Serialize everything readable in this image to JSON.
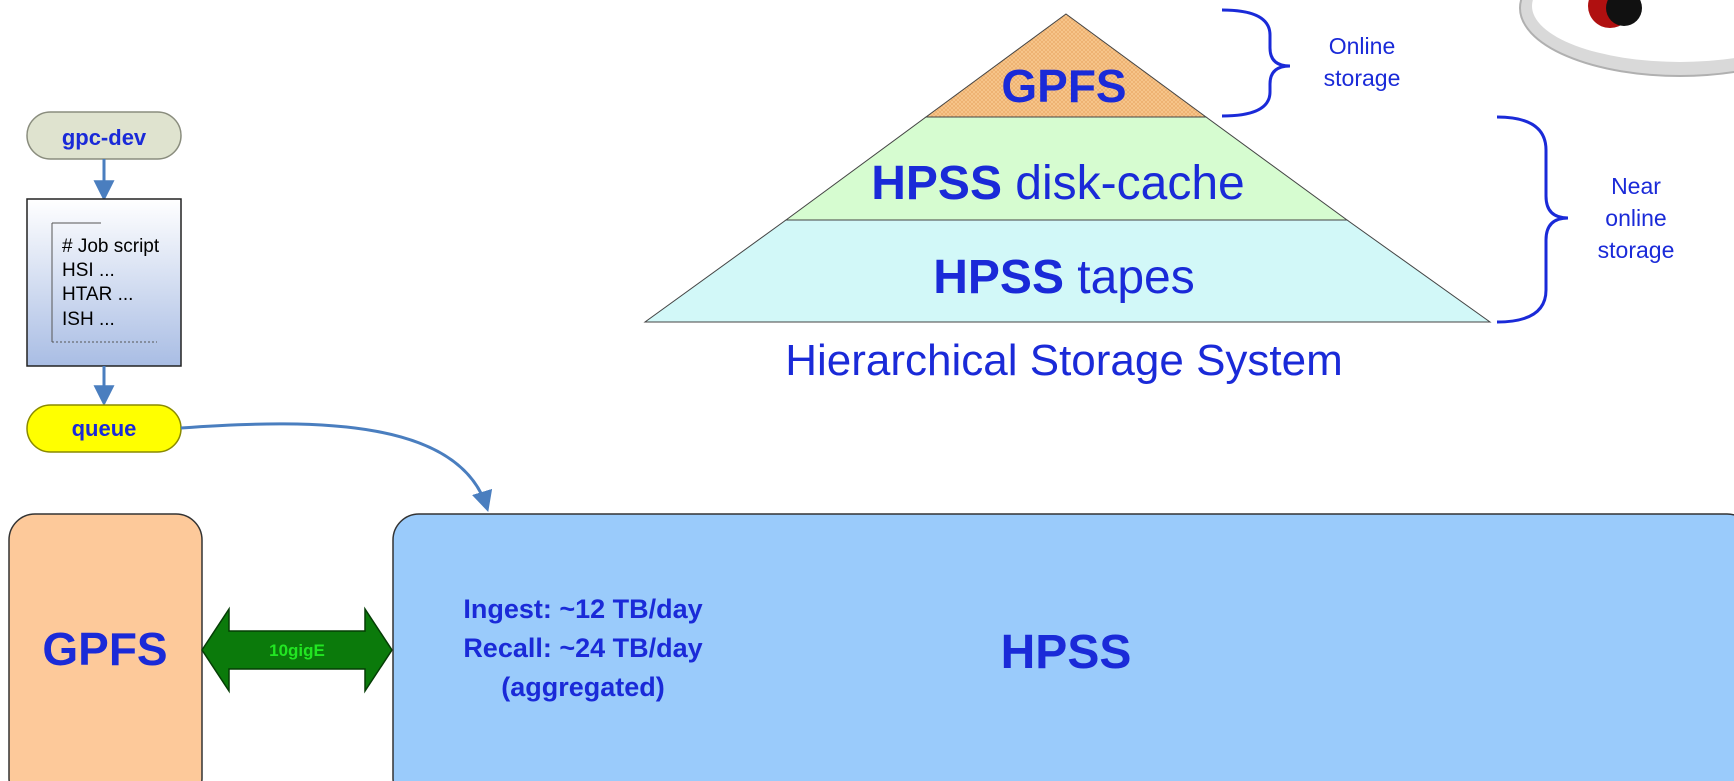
{
  "flow": {
    "gpc_dev": "gpc-dev",
    "job_script_lines": [
      "# Job script",
      "HSI ...",
      "HTAR ...",
      "ISH ..."
    ],
    "queue": "queue"
  },
  "pyramid": {
    "top": "GPFS",
    "middle_bold": "HPSS",
    "middle_rest": " disk-cache",
    "bottom_bold": "HPSS",
    "bottom_rest": " tapes",
    "caption": "Hierarchical Storage System"
  },
  "braces": {
    "online": [
      "Online",
      "storage"
    ],
    "near_online": [
      "Near",
      "online",
      "storage"
    ]
  },
  "bottom": {
    "gpfs_box": "GPFS",
    "link": "10gigE",
    "hpss_box": "HPSS",
    "rates": [
      "Ingest: ~12 TB/day",
      "Recall: ~24 TB/day",
      "(aggregated)"
    ]
  },
  "colors": {
    "blue_text": "#1a2ad8",
    "arrow_blue": "#4a7ebf",
    "gpfs_fill": "#fdc99a",
    "hpss_fill": "#9acbfb",
    "pyramid_top": "#f7c68c",
    "pyramid_mid": "#d6fcd0",
    "pyramid_bottom": "#d2f8f8",
    "queue_fill": "#ffff00",
    "gpc_fill": "#dfe3cf",
    "link_green": "#0b7a0b",
    "link_text": "#22e622"
  }
}
